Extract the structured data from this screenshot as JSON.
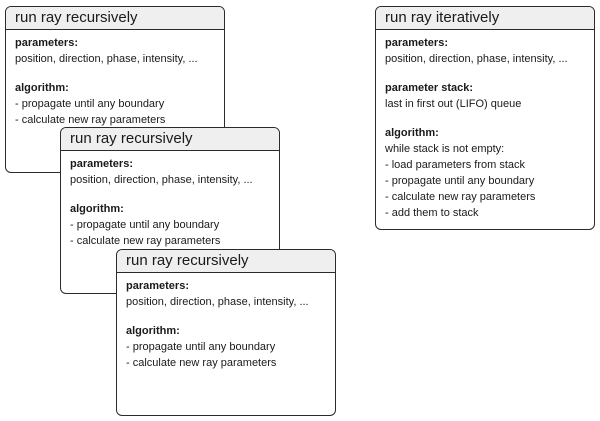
{
  "recursive_boxes": [
    {
      "title": "run ray recursively",
      "parameters_heading": "parameters:",
      "parameters_text": "position, direction, phase, intensity, ...",
      "algorithm_heading": "algorithm:",
      "algorithm_steps": [
        "- propagate until any boundary",
        "- calculate new ray parameters"
      ]
    },
    {
      "title": "run ray recursively",
      "parameters_heading": "parameters:",
      "parameters_text": "position, direction, phase, intensity, ...",
      "algorithm_heading": "algorithm:",
      "algorithm_steps": [
        "- propagate until any boundary",
        "- calculate new ray parameters"
      ]
    },
    {
      "title": "run ray recursively",
      "parameters_heading": "parameters:",
      "parameters_text": "position, direction, phase, intensity, ...",
      "algorithm_heading": "algorithm:",
      "algorithm_steps": [
        "- propagate until any boundary",
        "- calculate new ray parameters"
      ]
    }
  ],
  "iterative_box": {
    "title": "run ray iteratively",
    "parameters_heading": "parameters:",
    "parameters_text": "position, direction, phase, intensity, ...",
    "stack_heading": "parameter stack:",
    "stack_text": "last in first out (LIFO) queue",
    "algorithm_heading": "algorithm:",
    "algorithm_condition": "while stack is not empty:",
    "algorithm_steps": [
      "- load parameters from stack",
      "- propagate until any boundary",
      "- calculate new ray parameters",
      "- add them to stack"
    ]
  }
}
